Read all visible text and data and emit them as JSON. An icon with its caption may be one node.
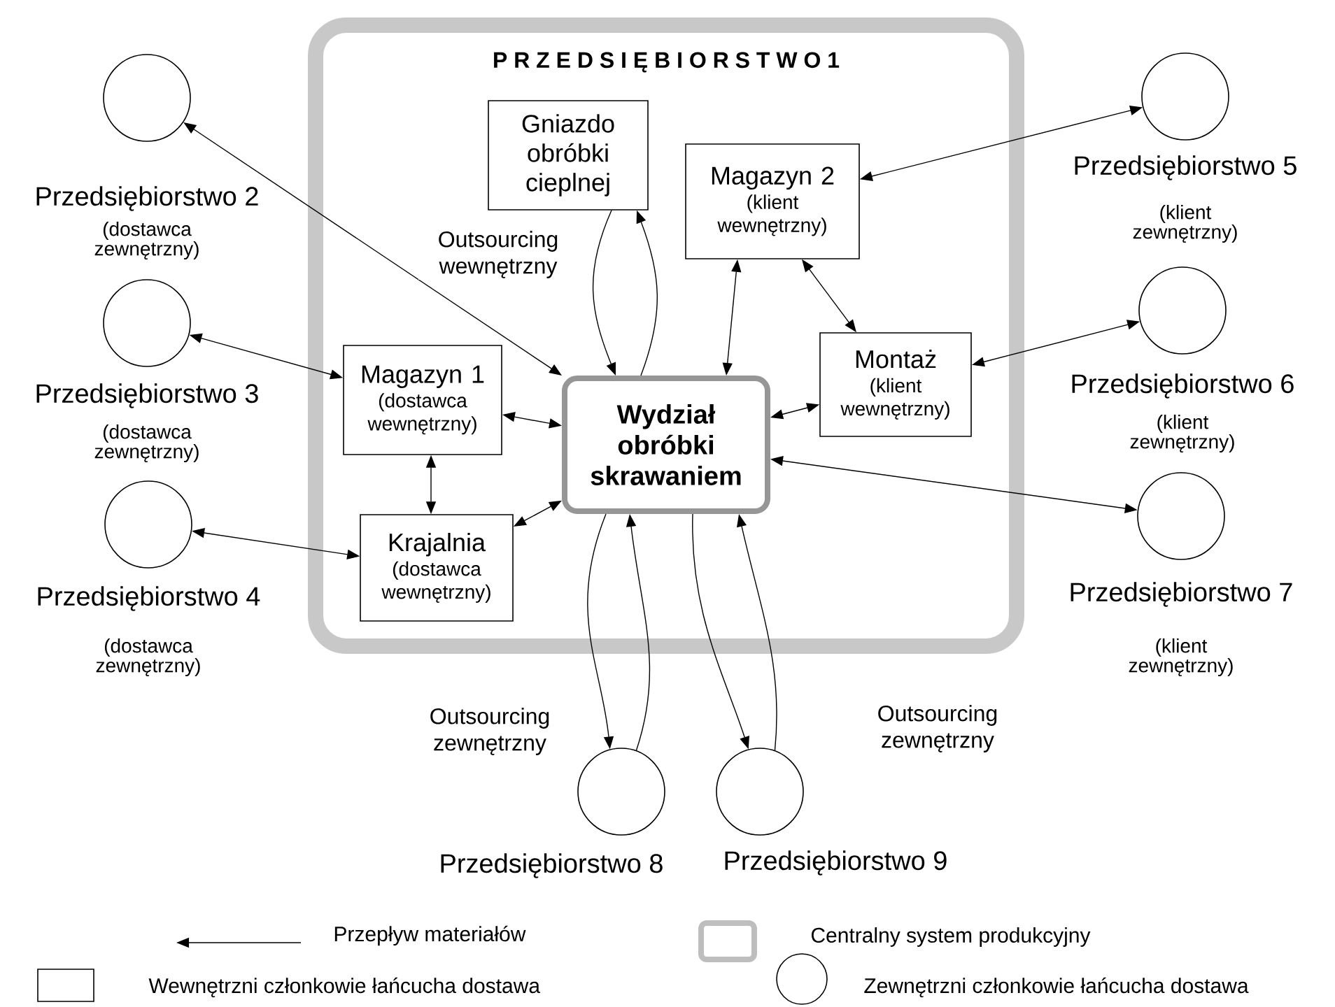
{
  "diagram": {
    "nodes": [
      {
        "text": [
          "P R Z E D S I Ę B I O R S T W O 1"
        ]
      },
      {
        "text": [
          "Gniazdo obróbki cieplnej"
        ],
        "in": 0
      },
      {
        "text": [
          "Magazyn 2",
          "(klient wewnętrzny)"
        ],
        "in": 0
      },
      {
        "text": [
          "Magazyn 1",
          "(dostawca wewnętrzny)"
        ],
        "in": 0
      },
      {
        "text": [
          "Wydział obróbki skrawaniem"
        ],
        "in": 0
      },
      {
        "text": [
          "Montaż",
          "(klient wewnętrzny)"
        ],
        "in": 0
      },
      {
        "text": [
          "Krajalnia",
          "(dostawca wewnętrzny)"
        ],
        "in": 0
      },
      {
        "text": [],
        "shape": "circle",
        "beside": [
          "Przedsiębiorstwo 2",
          "(dostawca zewnętrzny)"
        ]
      },
      {
        "text": [],
        "shape": "circle",
        "beside": [
          "Przedsiębiorstwo 3",
          "(dostawca zewnętrzny)"
        ]
      },
      {
        "text": [],
        "shape": "circle",
        "beside": [
          "Przedsiębiorstwo 4",
          "(dostawca zewnętrzny)"
        ]
      },
      {
        "text": [],
        "shape": "circle",
        "beside": [
          "Przedsiębiorstwo 5",
          "(klient zewnętrzny)"
        ]
      },
      {
        "text": [],
        "shape": "circle",
        "beside": [
          "Przedsiębiorstwo 6",
          "(klient zewnętrzny)"
        ]
      },
      {
        "text": [],
        "shape": "circle",
        "beside": [
          "Przedsiębiorstwo 7",
          "(klient zewnętrzny)"
        ]
      },
      {
        "text": [],
        "shape": "circle",
        "beside": [
          "Przedsiębiorstwo 8"
        ]
      },
      {
        "text": [],
        "shape": "circle",
        "beside": [
          "Przedsiębiorstwo 9"
        ]
      }
    ],
    "edges": [
      {
        "from": 1,
        "to": 4,
        "arrow": "to",
        "label": "Outsourcing wewnętrzny"
      },
      {
        "from": 4,
        "to": 1,
        "arrow": "to"
      },
      {
        "from": 7,
        "to": 4,
        "arrow": "both"
      },
      {
        "from": 8,
        "to": 3,
        "arrow": "both"
      },
      {
        "from": 9,
        "to": 6,
        "arrow": "both"
      },
      {
        "from": 3,
        "to": 4,
        "arrow": "both"
      },
      {
        "from": 3,
        "to": 6,
        "arrow": "both"
      },
      {
        "from": 6,
        "to": 4,
        "arrow": "both"
      },
      {
        "from": 2,
        "to": 4,
        "arrow": "both"
      },
      {
        "from": 2,
        "to": 5,
        "arrow": "both"
      },
      {
        "from": 5,
        "to": 4,
        "arrow": "both"
      },
      {
        "from": 2,
        "to": 10,
        "arrow": "both"
      },
      {
        "from": 5,
        "to": 11,
        "arrow": "both"
      },
      {
        "from": 4,
        "to": 12,
        "arrow": "both"
      },
      {
        "from": 4,
        "to": 13,
        "arrow": "to",
        "label": "Outsourcing zewnętrzny"
      },
      {
        "from": 13,
        "to": 4,
        "arrow": "to"
      },
      {
        "from": 4,
        "to": 14,
        "arrow": "to"
      },
      {
        "from": 14,
        "to": 4,
        "arrow": "to",
        "label": "Outsourcing zewnętrzny"
      }
    ],
    "legend": [
      {
        "text": "Przepływ materiałów"
      },
      {
        "text": "Centralny system produkcyjny"
      },
      {
        "text": "Wewnętrzni członkowie łańcucha dostawa"
      },
      {
        "text": "Zewnętrzni członkowie łańcucha dostawa"
      }
    ]
  }
}
